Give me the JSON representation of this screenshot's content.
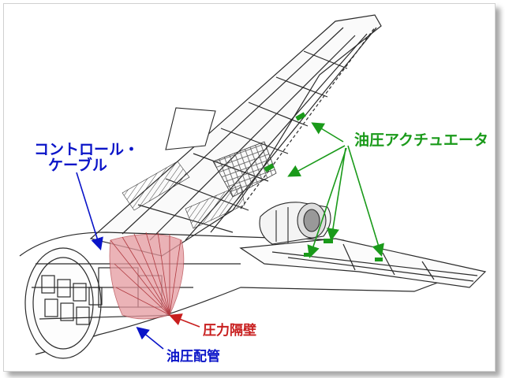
{
  "labels": {
    "control_cable_line1": "コントロール・",
    "control_cable_line2": "ケーブル",
    "hydraulic_actuator": "油圧アクチュエータ",
    "pressure_bulkhead": "圧力隔壁",
    "hydraulic_piping": "油圧配管"
  },
  "colors": {
    "control_cable": "#0a14c8",
    "hydraulic_actuator": "#1a9a1a",
    "pressure_bulkhead": "#c81e1e",
    "hydraulic_piping": "#0a14c8",
    "linework": "#2a2a2a",
    "bulkhead_fill": "#d9747a"
  }
}
